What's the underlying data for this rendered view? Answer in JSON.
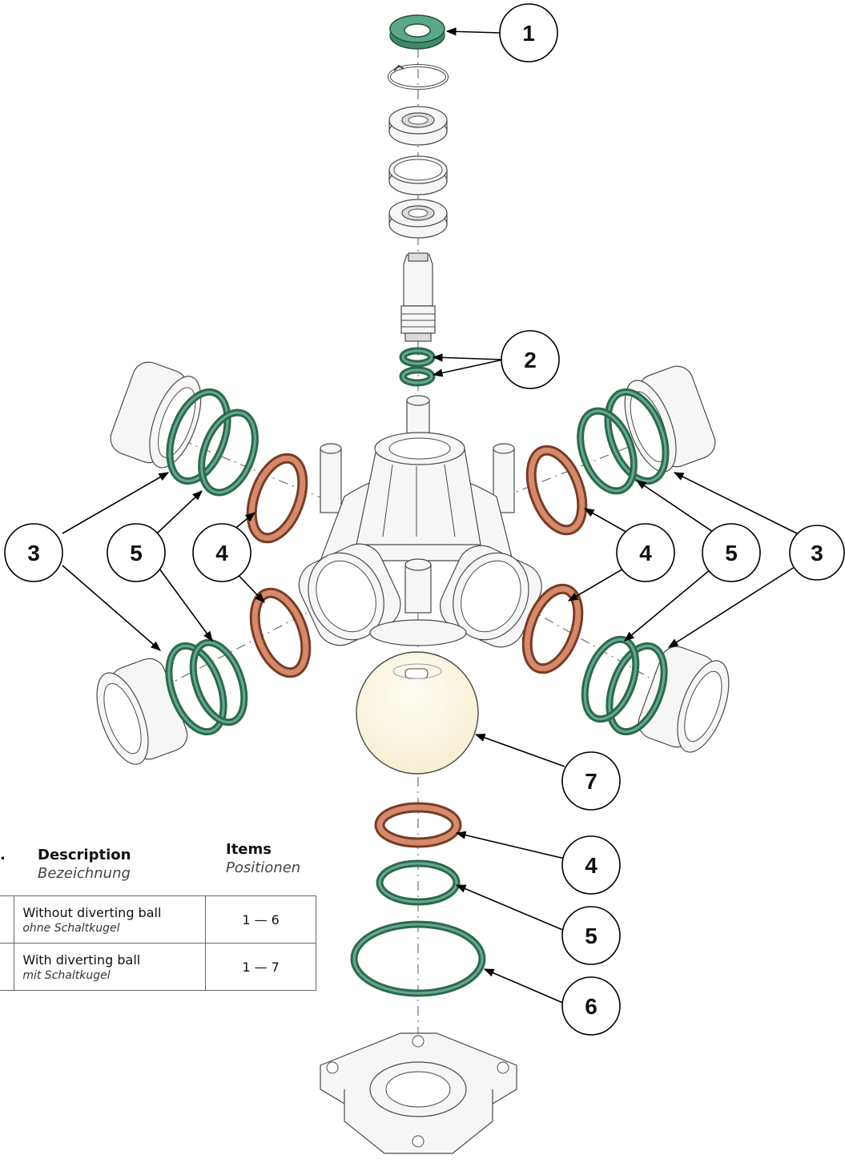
{
  "callouts": [
    "1",
    "2",
    "3",
    "5",
    "4",
    "4",
    "5",
    "3",
    "7",
    "4",
    "5",
    "6"
  ],
  "table": {
    "col_code_header": ".",
    "col_description_header": "Description",
    "col_description_sub": "Bezeichnung",
    "col_items_header": "Items",
    "col_items_sub": "Positionen",
    "rows": [
      {
        "description": "Without diverting ball",
        "description_de": "ohne Schaltkugel",
        "items": "1 — 6"
      },
      {
        "description": "With diverting ball",
        "description_de": "mit Schaltkugel",
        "items": "1 — 7"
      }
    ]
  },
  "colors": {
    "seal_green": "#2a6a4f",
    "seal_copper": "#7a3b24",
    "ball": "#fdf8e6"
  }
}
